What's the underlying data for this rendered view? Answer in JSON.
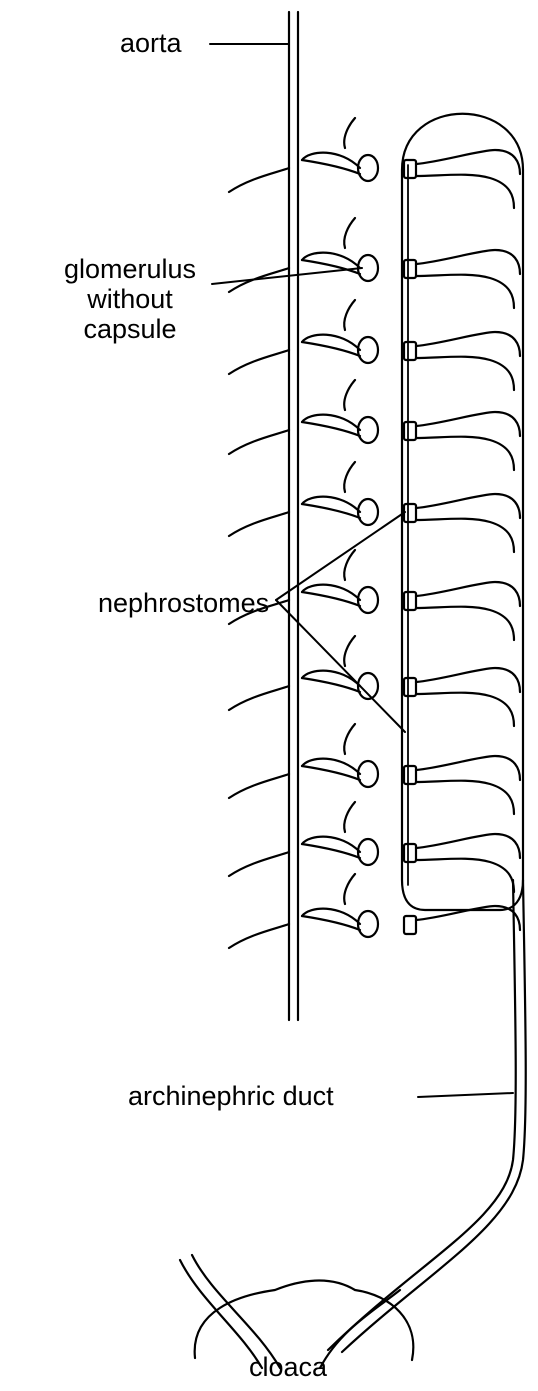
{
  "labels": {
    "aorta": "aorta",
    "glomerulus_line1": "glomerulus",
    "glomerulus_line2": "without",
    "glomerulus_line3": "capsule",
    "nephrostomes": "nephrostomes",
    "archinephric_duct": "archinephric duct",
    "cloaca": "cloaca"
  },
  "colors": {
    "ink": "#000000",
    "paper": "#ffffff"
  }
}
